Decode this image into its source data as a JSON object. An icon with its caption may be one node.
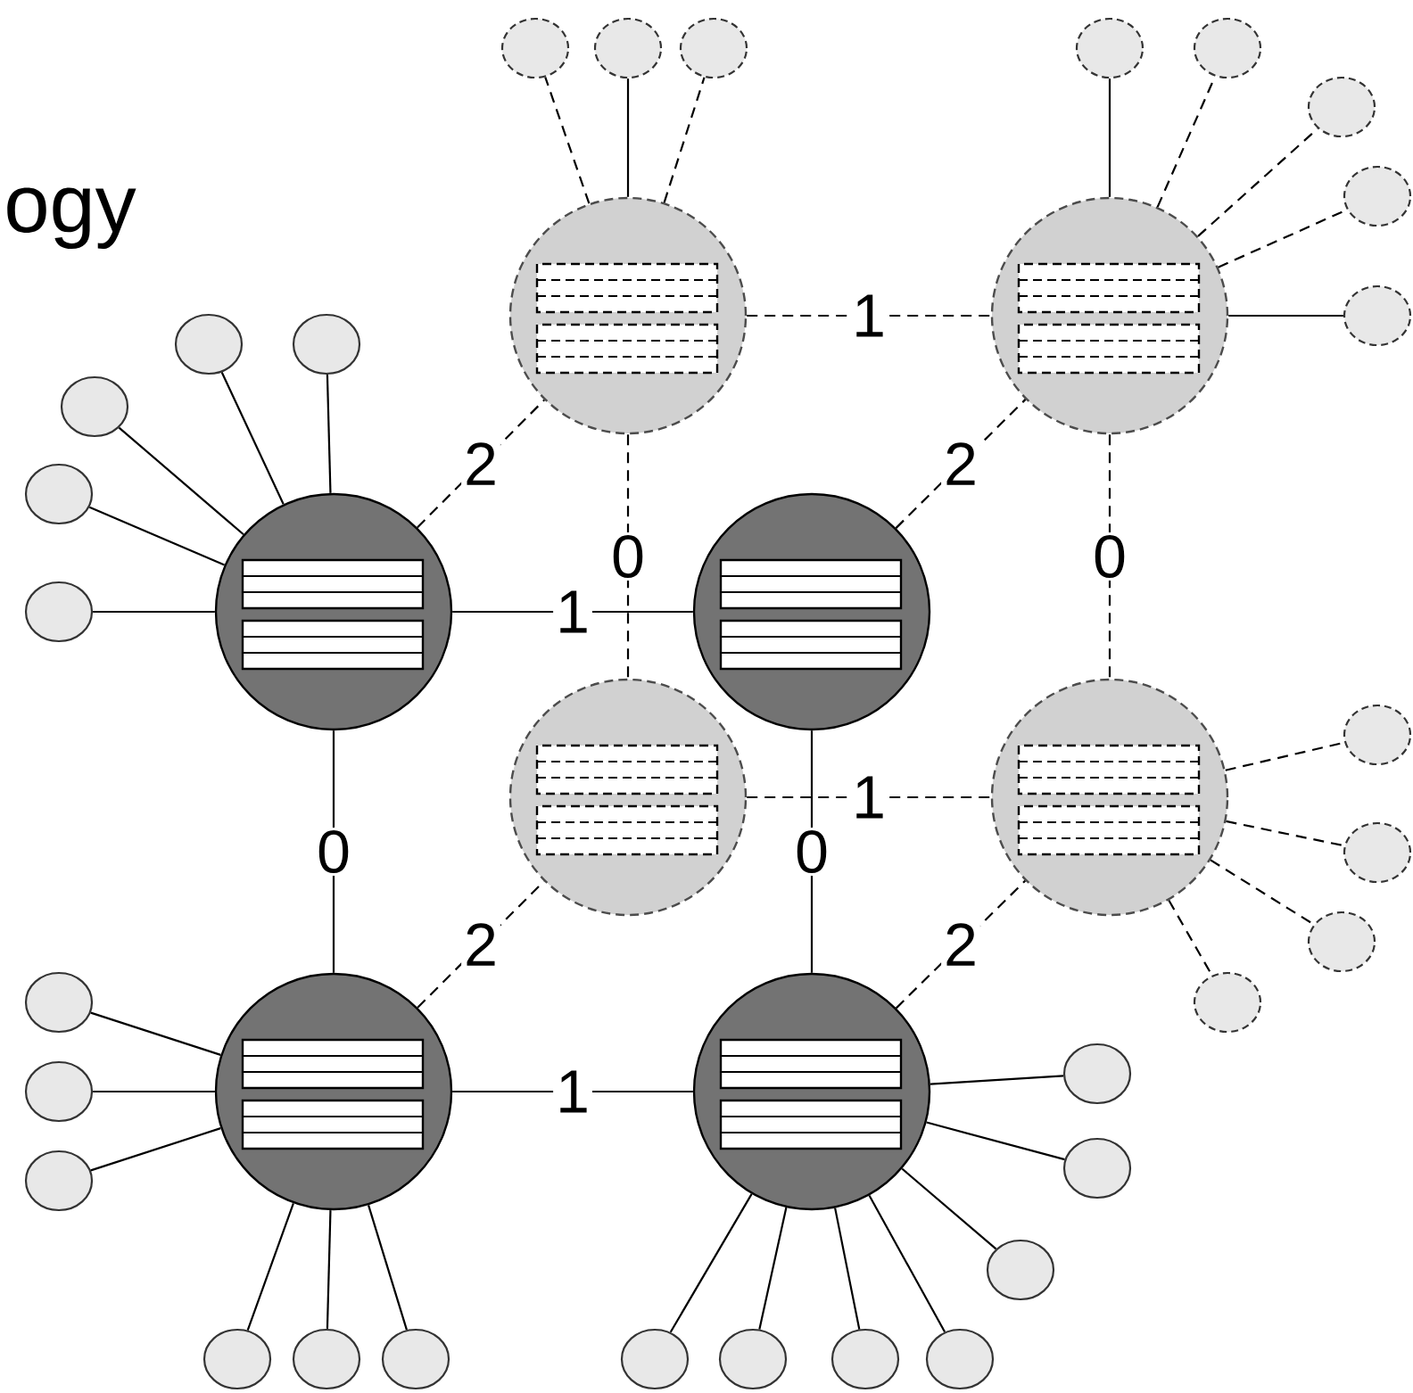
{
  "diagram": {
    "nodes": [
      {
        "text": [],
        "shape": "circle"
      },
      {
        "text": [],
        "shape": "circle"
      },
      {
        "text": [],
        "shape": "circle"
      },
      {
        "text": [],
        "shape": "circle"
      },
      {
        "text": [],
        "shape": "circle"
      },
      {
        "text": [],
        "shape": "circle"
      },
      {
        "text": [],
        "shape": "circle"
      },
      {
        "text": [],
        "shape": "circle"
      },
      {
        "text": [],
        "shape": "circle"
      },
      {
        "text": [],
        "shape": "circle"
      },
      {
        "text": [],
        "shape": "circle"
      },
      {
        "text": [],
        "shape": "circle"
      },
      {
        "text": [],
        "shape": "circle"
      },
      {
        "text": [],
        "shape": "circle"
      },
      {
        "text": [],
        "shape": "circle"
      },
      {
        "text": [],
        "shape": "circle"
      },
      {
        "text": [],
        "shape": "circle"
      },
      {
        "text": [],
        "shape": "circle"
      },
      {
        "text": [],
        "shape": "circle"
      },
      {
        "text": [],
        "shape": "circle"
      },
      {
        "text": [],
        "shape": "circle"
      },
      {
        "text": [],
        "shape": "circle"
      },
      {
        "text": [],
        "shape": "circle"
      },
      {
        "text": [],
        "shape": "circle"
      },
      {
        "text": [],
        "shape": "circle"
      },
      {
        "text": [],
        "shape": "circle"
      },
      {
        "text": [],
        "shape": "circle"
      },
      {
        "text": [],
        "shape": "circle"
      },
      {
        "text": [],
        "shape": "circle"
      },
      {
        "text": [],
        "shape": "circle"
      },
      {
        "text": [],
        "shape": "circle"
      },
      {
        "text": [],
        "shape": "circle"
      },
      {
        "text": [],
        "shape": "circle"
      },
      {
        "text": [],
        "shape": "circle"
      },
      {
        "text": [],
        "shape": "circle"
      },
      {
        "text": [],
        "shape": "circle"
      },
      {
        "text": [],
        "shape": "circle"
      },
      {
        "text": [],
        "shape": "circle"
      }
    ],
    "edges": [
      {
        "from": 0,
        "to": 3,
        "arrow": "none",
        "label": "1"
      },
      {
        "from": 6,
        "to": 7,
        "arrow": "none",
        "label": "1"
      },
      {
        "from": 1,
        "to": 2,
        "arrow": "none",
        "label": "1",
        "style": "dashed"
      },
      {
        "from": 4,
        "to": 5,
        "arrow": "none",
        "label": "1",
        "style": "dashed"
      },
      {
        "from": 0,
        "to": 6,
        "arrow": "none",
        "label": "0"
      },
      {
        "from": 3,
        "to": 7,
        "arrow": "none",
        "label": "0"
      },
      {
        "from": 1,
        "to": 4,
        "arrow": "none",
        "label": "0",
        "style": "dashed"
      },
      {
        "from": 2,
        "to": 5,
        "arrow": "none",
        "label": "0",
        "style": "dashed"
      },
      {
        "from": 0,
        "to": 1,
        "arrow": "none",
        "label": "2",
        "style": "dashed"
      },
      {
        "from": 3,
        "to": 2,
        "arrow": "none",
        "label": "2",
        "style": "dashed"
      },
      {
        "from": 6,
        "to": 4,
        "arrow": "none",
        "label": "2",
        "style": "dashed"
      },
      {
        "from": 7,
        "to": 5,
        "arrow": "none",
        "label": "2",
        "style": "dashed"
      },
      {
        "from": 0,
        "to": 8,
        "arrow": "none"
      },
      {
        "from": 0,
        "to": 9,
        "arrow": "none"
      },
      {
        "from": 0,
        "to": 10,
        "arrow": "none"
      },
      {
        "from": 0,
        "to": 11,
        "arrow": "none"
      },
      {
        "from": 0,
        "to": 12,
        "arrow": "none"
      },
      {
        "from": 6,
        "to": 13,
        "arrow": "none"
      },
      {
        "from": 6,
        "to": 14,
        "arrow": "none"
      },
      {
        "from": 6,
        "to": 15,
        "arrow": "none"
      },
      {
        "from": 6,
        "to": 16,
        "arrow": "none"
      },
      {
        "from": 6,
        "to": 17,
        "arrow": "none"
      },
      {
        "from": 6,
        "to": 18,
        "arrow": "none"
      },
      {
        "from": 7,
        "to": 19,
        "arrow": "none"
      },
      {
        "from": 7,
        "to": 20,
        "arrow": "none"
      },
      {
        "from": 7,
        "to": 21,
        "arrow": "none"
      },
      {
        "from": 7,
        "to": 22,
        "arrow": "none"
      },
      {
        "from": 7,
        "to": 23,
        "arrow": "none"
      },
      {
        "from": 7,
        "to": 24,
        "arrow": "none"
      },
      {
        "from": 7,
        "to": 25,
        "arrow": "none"
      },
      {
        "from": 1,
        "to": 26,
        "arrow": "none",
        "style": "dashed"
      },
      {
        "from": 1,
        "to": 27,
        "arrow": "none"
      },
      {
        "from": 1,
        "to": 28,
        "arrow": "none",
        "style": "dashed"
      },
      {
        "from": 2,
        "to": 29,
        "arrow": "none"
      },
      {
        "from": 2,
        "to": 30,
        "arrow": "none",
        "style": "dashed"
      },
      {
        "from": 2,
        "to": 31,
        "arrow": "none",
        "style": "dashed"
      },
      {
        "from": 2,
        "to": 32,
        "arrow": "none",
        "style": "dashed"
      },
      {
        "from": 2,
        "to": 33,
        "arrow": "none"
      },
      {
        "from": 5,
        "to": 34,
        "arrow": "none",
        "style": "dashed"
      },
      {
        "from": 5,
        "to": 35,
        "arrow": "none",
        "style": "dashed"
      },
      {
        "from": 5,
        "to": 36,
        "arrow": "none",
        "style": "dashed"
      },
      {
        "from": 5,
        "to": 37,
        "arrow": "none",
        "style": "dashed"
      }
    ],
    "labels": [
      "ogy"
    ]
  }
}
